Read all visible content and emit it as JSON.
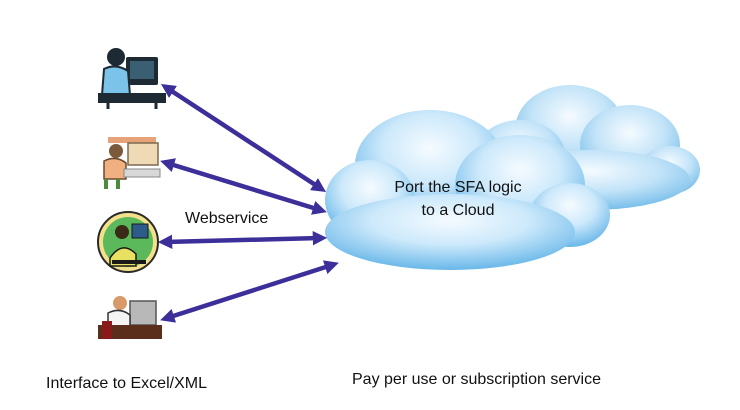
{
  "cloud_label": {
    "line1": "Port the SFA logic",
    "line2": "to a Cloud"
  },
  "webservice_label": "Webservice",
  "left_caption": "Interface to Excel/XML",
  "right_caption": "Pay per use or subscription service",
  "users": [
    {
      "icon": "user-at-computer-icon"
    },
    {
      "icon": "user-at-desk-icon"
    },
    {
      "icon": "user-on-phone-icon"
    },
    {
      "icon": "businessman-at-desk-icon"
    }
  ],
  "colors": {
    "arrow": "#3d2f9a",
    "cloud_light": "#eaf6ff",
    "cloud_mid": "#a9d8f6",
    "cloud_dark": "#5ab0e6"
  }
}
